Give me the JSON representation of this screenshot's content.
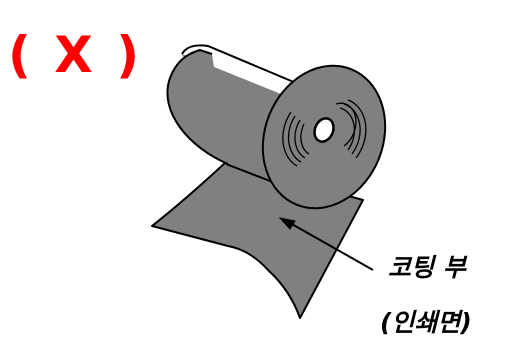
{
  "incorrect_mark": {
    "text": "( X )",
    "color": "#ff0000"
  },
  "roll": {
    "fill_color": "#808080",
    "outline_color": "#000000",
    "coating_label_line1": "코팅 부",
    "coating_label_line2": "(인쇄면)"
  }
}
